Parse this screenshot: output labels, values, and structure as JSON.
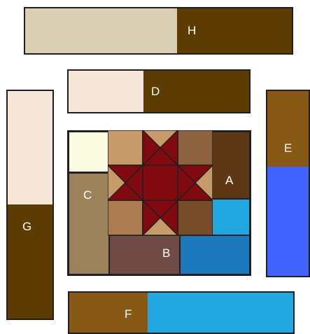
{
  "pieces": {
    "H": {
      "label": "H",
      "colors": [
        "#d8cfb4",
        "#5c3c00"
      ]
    },
    "D": {
      "label": "D",
      "colors": [
        "#f5e6d8",
        "#5c3c00"
      ]
    },
    "G": {
      "label": "G",
      "colors": [
        "#f5e6d8",
        "#5c3c00"
      ]
    },
    "E": {
      "label": "E",
      "colors": [
        "#875915",
        "#3f62ff"
      ]
    },
    "F": {
      "label": "F",
      "colors": [
        "#875915",
        "#22a7e0"
      ]
    },
    "C": {
      "label": "C",
      "color": "#9b825a"
    },
    "A": {
      "label": "A",
      "colors": [
        "#5e3715",
        "#22a7e0"
      ]
    },
    "B": {
      "label": "B",
      "colors": [
        "#704a44",
        "#1c77bd"
      ]
    }
  },
  "center_block": {
    "corner_light": "#fbfbe2",
    "star_color": "#810a10",
    "star_background": "#c79a6a",
    "star_corner_squares": [
      "#c79a6a",
      "#8d623f",
      "#aa7c50",
      "#774c29"
    ]
  }
}
